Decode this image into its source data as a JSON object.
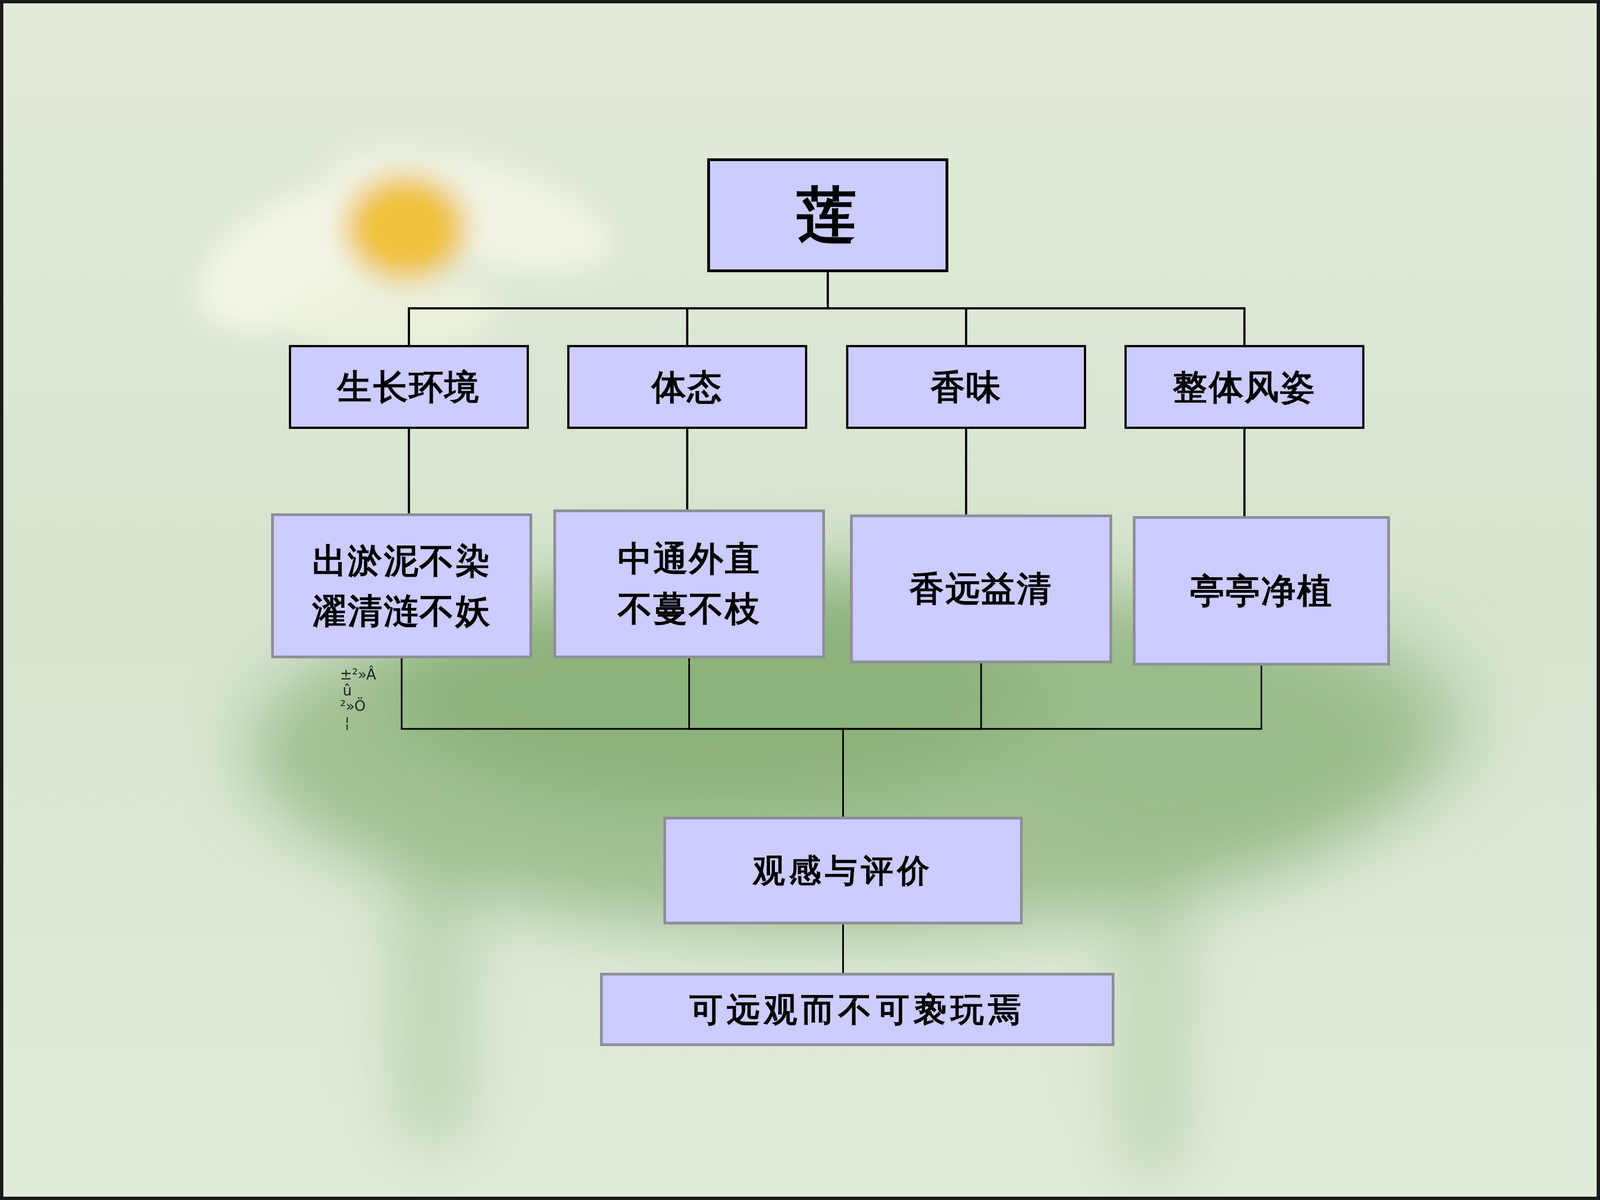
{
  "diagram": {
    "nodes": [
      {
        "text": [
          "莲"
        ]
      },
      {
        "text": [
          "生长环境"
        ]
      },
      {
        "text": [
          "体态"
        ]
      },
      {
        "text": [
          "香味"
        ]
      },
      {
        "text": [
          "整体风姿"
        ]
      },
      {
        "text": [
          "出淤泥不染 濯清涟不妖"
        ]
      },
      {
        "text": [
          "中通外直 不蔓不枝"
        ]
      },
      {
        "text": [
          "香远益清"
        ]
      },
      {
        "text": [
          "亭亭净植"
        ]
      },
      {
        "text": [
          "观感与评价"
        ]
      },
      {
        "text": [
          "可远观而不可亵玩焉"
        ]
      }
    ],
    "edges": [
      {
        "from": 0,
        "to": 1,
        "arrow": "none"
      },
      {
        "from": 0,
        "to": 2,
        "arrow": "none"
      },
      {
        "from": 0,
        "to": 3,
        "arrow": "none"
      },
      {
        "from": 0,
        "to": 4,
        "arrow": "none"
      },
      {
        "from": 1,
        "to": 5,
        "arrow": "none"
      },
      {
        "from": 2,
        "to": 6,
        "arrow": "none"
      },
      {
        "from": 3,
        "to": 7,
        "arrow": "none"
      },
      {
        "from": 4,
        "to": 8,
        "arrow": "none"
      },
      {
        "from": 5,
        "to": 9,
        "arrow": "none"
      },
      {
        "from": 6,
        "to": 9,
        "arrow": "none"
      },
      {
        "from": 7,
        "to": 9,
        "arrow": "none"
      },
      {
        "from": 8,
        "to": 9,
        "arrow": "none"
      },
      {
        "from": 9,
        "to": 10,
        "arrow": "none"
      }
    ],
    "labels": [
      "±²»Âû²»Ö¦"
    ]
  }
}
